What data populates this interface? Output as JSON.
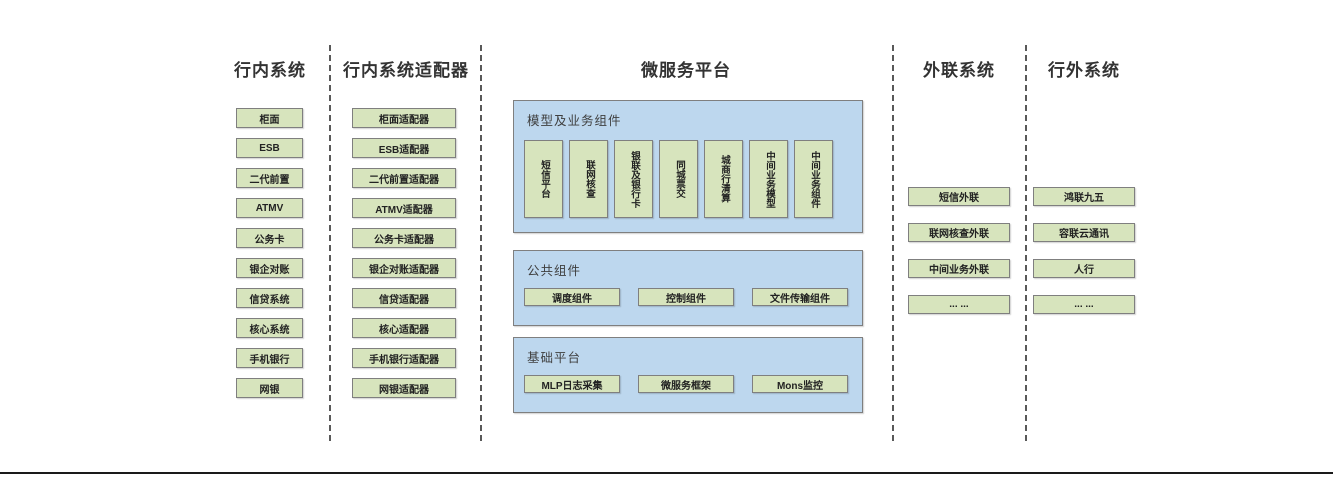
{
  "columns": {
    "internal": {
      "title": "行内系统",
      "items": [
        "柜面",
        "ESB",
        "二代前置",
        "ATMV",
        "公务卡",
        "银企对账",
        "信贷系统",
        "核心系统",
        "手机银行",
        "网银"
      ]
    },
    "adapters": {
      "title": "行内系统适配器",
      "items": [
        "柜面适配器",
        "ESB适配器",
        "二代前置适配器",
        "ATMV适配器",
        "公务卡适配器",
        "银企对账适配器",
        "信贷适配器",
        "核心适配器",
        "手机银行适配器",
        "网银适配器"
      ]
    },
    "platform": {
      "title": "微服务平台",
      "panels": [
        {
          "title": "模型及业务组件",
          "orientation": "vertical",
          "items": [
            "短信平台",
            "联网核查",
            "银联及银行卡",
            "同城票交",
            "城商行清算",
            "中间业务模型",
            "中间业务组件"
          ]
        },
        {
          "title": "公共组件",
          "orientation": "horizontal",
          "items": [
            "调度组件",
            "控制组件",
            "文件传输组件"
          ]
        },
        {
          "title": "基础平台",
          "orientation": "horizontal",
          "items": [
            "MLP日志采集",
            "微服务框架",
            "Mons监控"
          ]
        }
      ]
    },
    "outreach": {
      "title": "外联系统",
      "items": [
        "短信外联",
        "联网核查外联",
        "中间业务外联",
        "... ..."
      ]
    },
    "external": {
      "title": "行外系统",
      "items": [
        "鸿联九五",
        "容联云通讯",
        "人行",
        "... ..."
      ]
    }
  },
  "colors": {
    "box_fill": "#d7e4bd",
    "box_border": "#7f7f7f",
    "panel_fill": "#bdd7ee",
    "panel_border": "#7f7f7f",
    "separator": "#595959",
    "rule": "#1a1a1a"
  }
}
